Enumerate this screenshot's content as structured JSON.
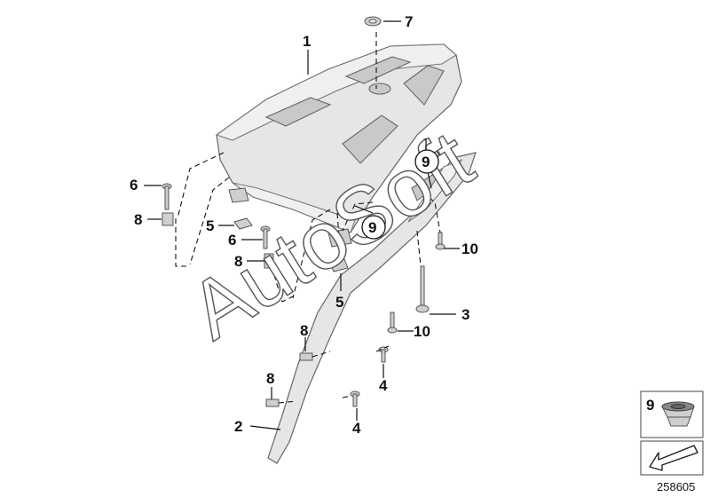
{
  "watermark": "AutoSoft",
  "diagram_number": "258605",
  "callouts": {
    "c1": "1",
    "c2": "2",
    "c3": "3",
    "c4a": "4",
    "c4b": "4",
    "c5a": "5",
    "c5b": "5",
    "c6a": "6",
    "c6b": "6",
    "c7": "7",
    "c8a": "8",
    "c8b": "8",
    "c8c": "8",
    "c8d": "8",
    "c9a": "9",
    "c9b": "9",
    "c10a": "10",
    "c10b": "10"
  },
  "inset": {
    "label": "9",
    "arrow_icon": "arrow-down-left-icon"
  }
}
